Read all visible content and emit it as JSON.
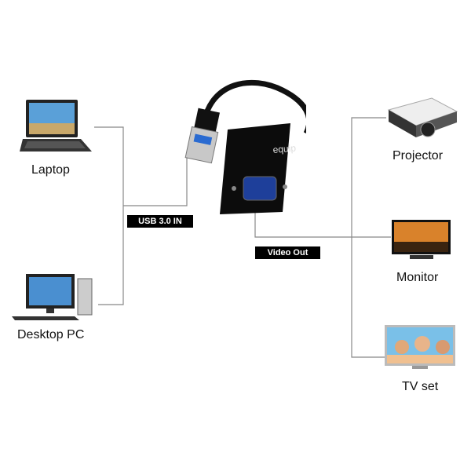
{
  "devices": {
    "laptop": "Laptop",
    "desktop": "Desktop PC",
    "projector": "Projector",
    "monitor": "Monitor",
    "tv": "TV set"
  },
  "tags": {
    "usb_in": "USB 3.0 IN",
    "video_out": "Video Out"
  },
  "adapter": {
    "brand": "equip"
  }
}
